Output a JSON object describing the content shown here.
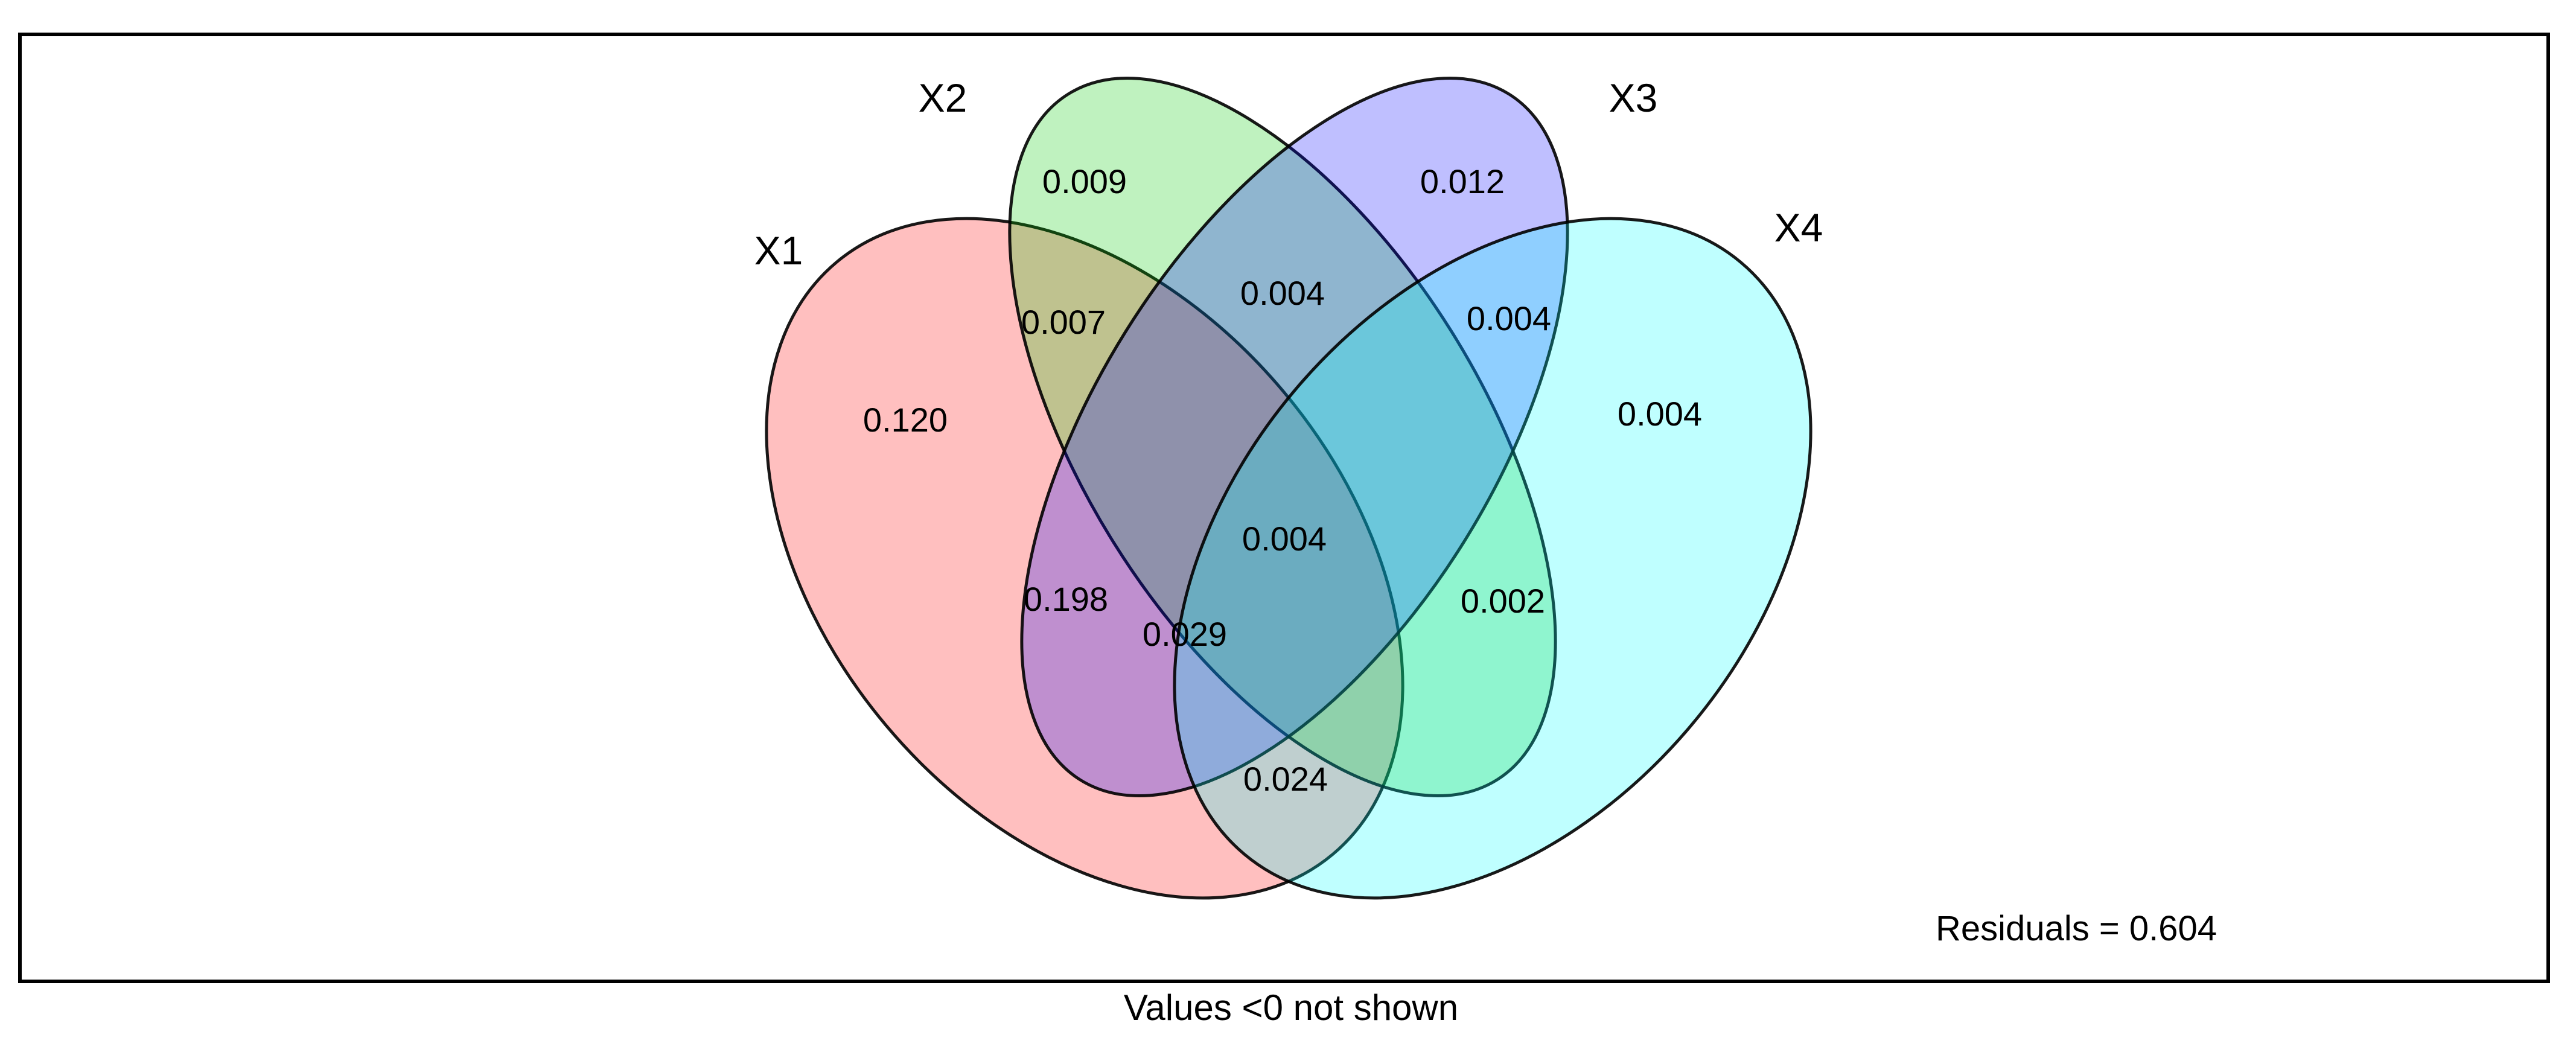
{
  "figure": {
    "title": "",
    "caption": "Values <0 not shown",
    "residuals_label": "Residuals = 0.604",
    "residuals_value": "0.604",
    "background_color": "#ffffff",
    "frame_color": "#000000"
  },
  "chart_data": {
    "type": "venn",
    "subtype": "variance-partitioning-4-sets",
    "sets": [
      {
        "label": "X1",
        "fill": "#FF0000",
        "tint_on_white": "#F9C0C0"
      },
      {
        "label": "X2",
        "fill": "#00CD00",
        "tint_on_white": "#C8EFC0"
      },
      {
        "label": "X3",
        "fill": "#0000FF",
        "tint_on_white": "#BDB5EE"
      },
      {
        "label": "X4",
        "fill": "#00FFFF",
        "tint_on_white": "#B8F5F5"
      }
    ],
    "fill_alpha": 0.25,
    "regions": [
      {
        "sets": [
          "X1"
        ],
        "value": "0.120"
      },
      {
        "sets": [
          "X2"
        ],
        "value": "0.009"
      },
      {
        "sets": [
          "X3"
        ],
        "value": "0.012"
      },
      {
        "sets": [
          "X4"
        ],
        "value": "0.004"
      },
      {
        "sets": [
          "X1",
          "X2"
        ],
        "value": "0.007"
      },
      {
        "sets": [
          "X2",
          "X3"
        ],
        "value": "0.004"
      },
      {
        "sets": [
          "X3",
          "X4"
        ],
        "value": "0.004"
      },
      {
        "sets": [
          "X1",
          "X3"
        ],
        "value": "0.198"
      },
      {
        "sets": [
          "X2",
          "X4"
        ],
        "value": "0.002"
      },
      {
        "sets": [
          "X1",
          "X4"
        ],
        "value": "0.024"
      },
      {
        "sets": [
          "X1",
          "X3",
          "X4"
        ],
        "value": "0.029"
      },
      {
        "sets": [
          "X1",
          "X2",
          "X3",
          "X4"
        ],
        "value": "0.004"
      }
    ],
    "unlabeled_regions_note": "Values <0 not shown",
    "residuals": "0.604",
    "legend_position": "none",
    "grid": false
  }
}
